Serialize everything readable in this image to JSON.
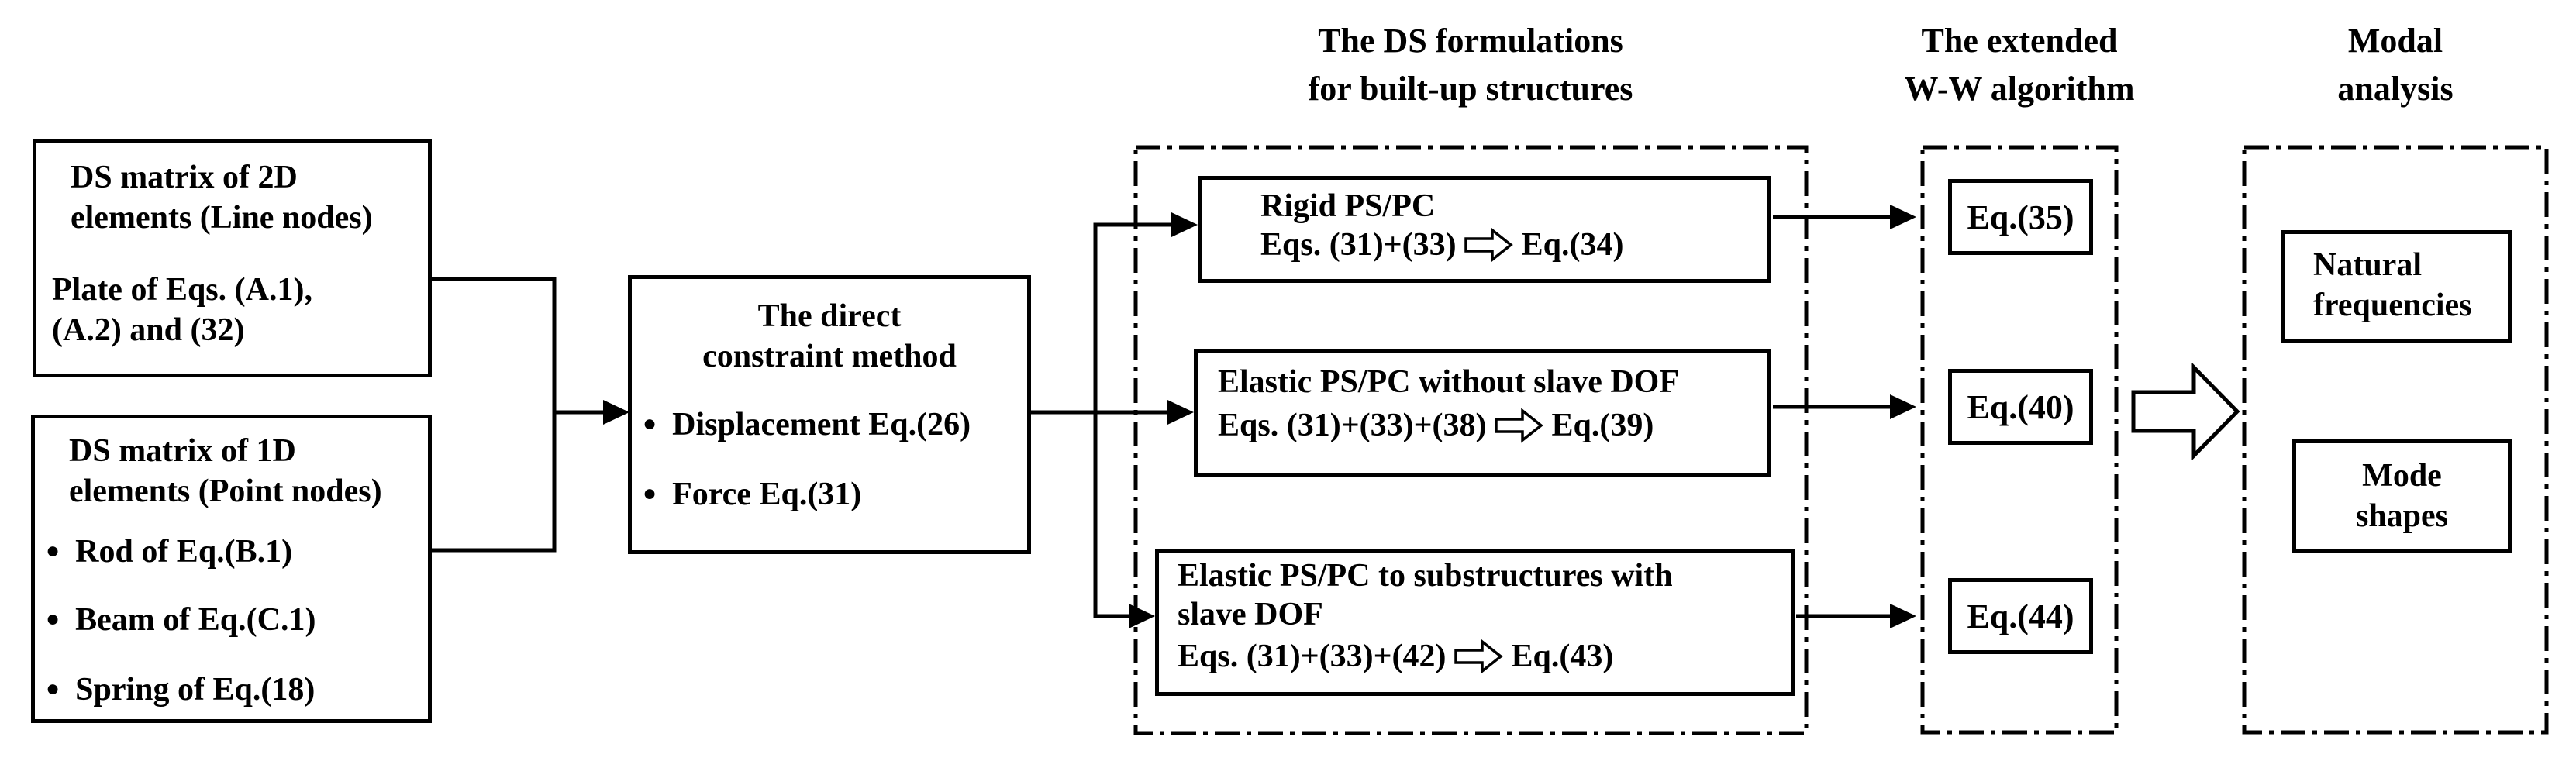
{
  "bullet_glyph": "●",
  "colors": {
    "ink": "#000000",
    "background": "#ffffff"
  },
  "headers": {
    "ds_formulations": {
      "line1": "The DS formulations",
      "line2": "for built-up structures"
    },
    "ww_algorithm": {
      "line1": "The extended",
      "line2": "W-W algorithm"
    },
    "modal": {
      "line1": "Modal",
      "line2": "analysis"
    }
  },
  "boxes": {
    "ds2d": {
      "title_line1": "DS matrix of 2D",
      "title_line2": "elements (Line nodes)",
      "body_line1": "Plate of Eqs. (A.1),",
      "body_line2": "(A.2) and (32)"
    },
    "ds1d": {
      "title_line1": "DS matrix of 1D",
      "title_line2": "elements (Point nodes)",
      "bullets": [
        "Rod of Eq.(B.1)",
        "Beam of Eq.(C.1)",
        "Spring of Eq.(18)"
      ]
    },
    "direct": {
      "title_line1": "The direct",
      "title_line2": "constraint method",
      "bullets": [
        "Displacement Eq.(26)",
        "Force Eq.(31)"
      ]
    },
    "rigid": {
      "line1": "Rigid PS/PC",
      "eq_pre": "Eqs. (31)+(33)",
      "eq_post": "Eq.(34)"
    },
    "elastic_no_slave": {
      "line1": "Elastic PS/PC without slave DOF",
      "eq_pre": "Eqs. (31)+(33)+(38)",
      "eq_post": "Eq.(39)"
    },
    "elastic_slave": {
      "line1": "Elastic PS/PC to substructures with",
      "line2": "slave DOF",
      "eq_pre": "Eqs. (31)+(33)+(42)",
      "eq_post": "Eq.(43)"
    },
    "eq35": "Eq.(35)",
    "eq40": "Eq.(40)",
    "eq44": "Eq.(44)",
    "natural": {
      "line1": "Natural",
      "line2": "frequencies"
    },
    "mode": {
      "line1": "Mode",
      "line2": "shapes"
    }
  }
}
